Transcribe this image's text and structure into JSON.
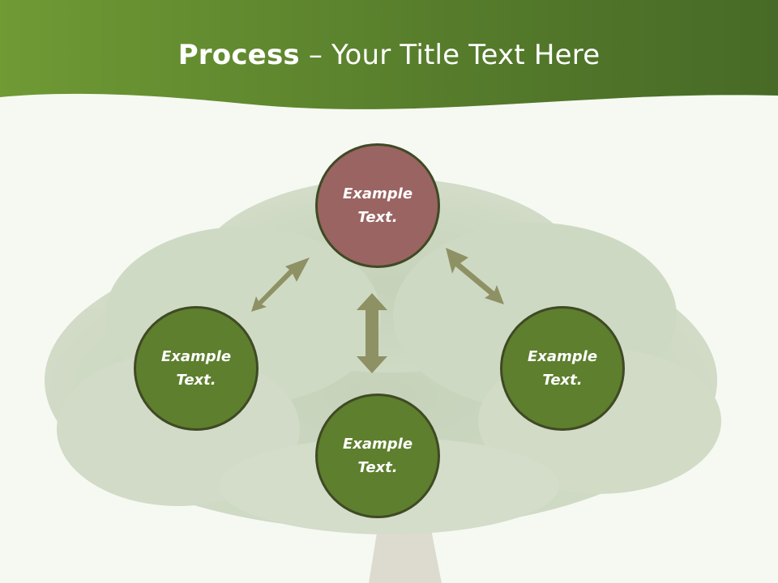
{
  "slide": {
    "title_bold": "Process",
    "title_rest": " – Your Title Text Here"
  },
  "colors": {
    "header_green": "#5f8a2e",
    "top_circle": "#9a6462",
    "node_green": "#5e7f2e",
    "arrow": "#8e9164"
  },
  "nodes": {
    "top": "Example\nText.",
    "left": "Example\nText.",
    "right": "Example\nText.",
    "bottom": "Example\nText."
  }
}
